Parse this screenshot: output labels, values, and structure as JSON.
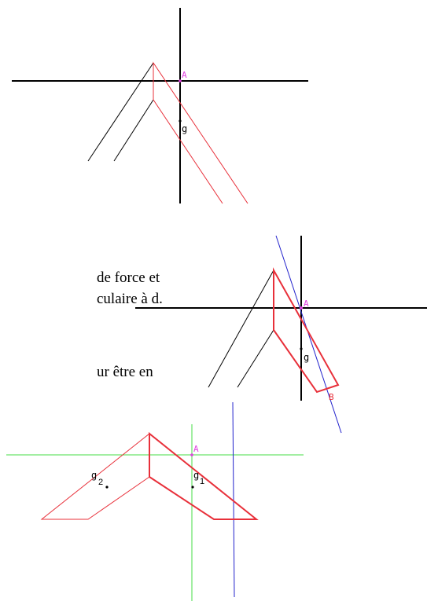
{
  "text_lines": [
    "de force et",
    "culaire à d.",
    "ur être en"
  ],
  "figure1": {
    "labels": {
      "A": "A",
      "g": "g"
    }
  },
  "figure2": {
    "labels": {
      "A": "A",
      "g": "g",
      "B": "B"
    }
  },
  "figure3": {
    "labels": {
      "A": "A",
      "g1": "g",
      "g1_sub": "1",
      "g2": "g",
      "g2_sub": "2"
    }
  },
  "colors": {
    "black": "#000000",
    "red": "#e8303a",
    "magenta": "#e040e0",
    "blue": "#2222cc",
    "green": "#44dd44"
  }
}
